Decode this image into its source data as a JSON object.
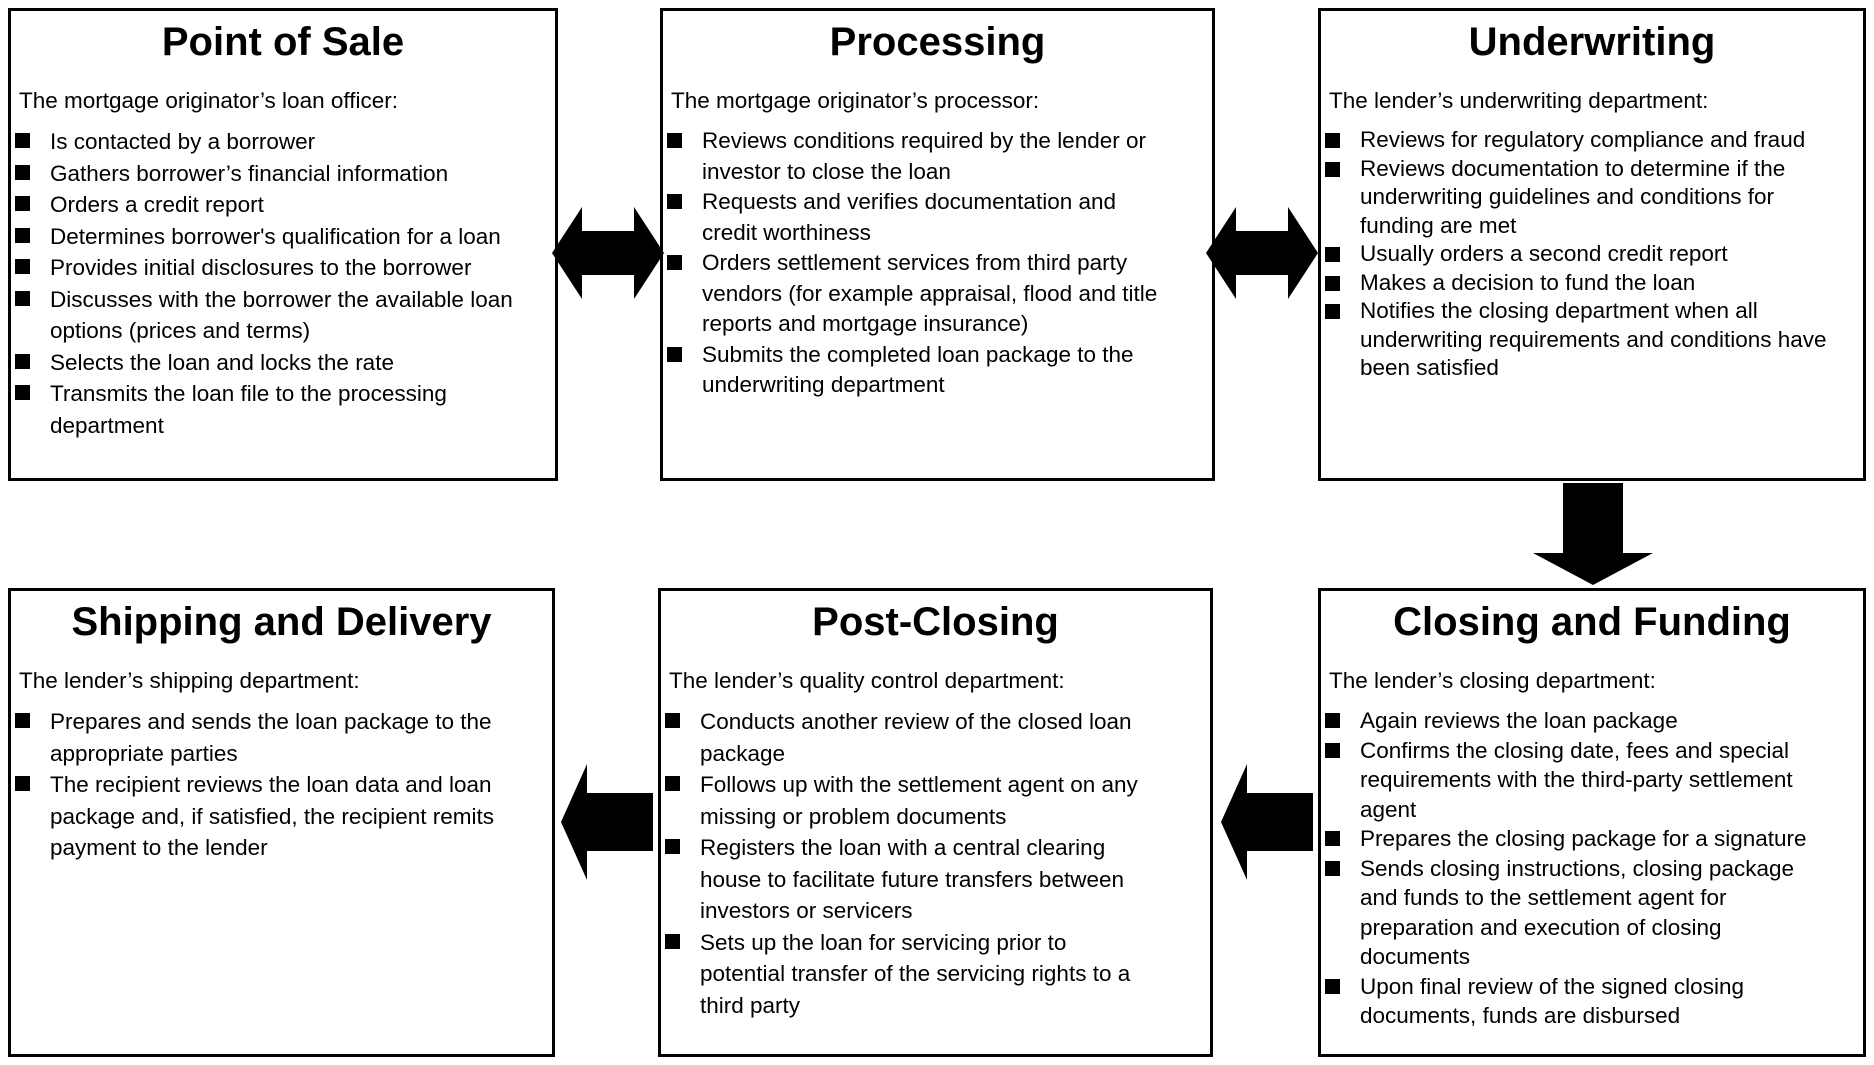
{
  "colors": {
    "background": "#ffffff",
    "box_border": "#000000",
    "text": "#000000",
    "arrow": "#000000"
  },
  "boxes": [
    {
      "id": "point-of-sale",
      "title": "Point of Sale",
      "intro": "The mortgage originator’s loan officer:",
      "bullets": [
        "Is contacted by a borrower",
        "Gathers borrower’s financial information",
        "Orders a credit report",
        "Determines borrower's qualification for a loan",
        "Provides initial disclosures to the borrower",
        "Discusses with the borrower the available loan options (prices and terms)",
        "Selects the loan and locks the rate",
        "Transmits the loan file to the processing department"
      ]
    },
    {
      "id": "processing",
      "title": "Processing",
      "intro": "The mortgage originator’s processor:",
      "bullets": [
        "Reviews conditions required by the lender or investor to close the loan",
        "Requests and verifies documentation and credit worthiness",
        "Orders settlement services from third party vendors (for example appraisal, flood and title reports and mortgage insurance)",
        "Submits the completed loan package to the underwriting department"
      ]
    },
    {
      "id": "underwriting",
      "title": "Underwriting",
      "intro": "The lender’s underwriting department:",
      "bullets": [
        "Reviews for regulatory compliance and fraud",
        "Reviews documentation to determine if the underwriting guidelines and conditions for funding are met",
        "Usually orders a second credit report",
        "Makes a decision to fund the loan",
        "Notifies the closing department when all underwriting requirements and conditions have been satisfied"
      ]
    },
    {
      "id": "shipping-and-delivery",
      "title": "Shipping and Delivery",
      "intro": "The lender’s shipping department:",
      "bullets": [
        "Prepares and sends the loan package to the appropriate parties",
        "The recipient reviews the loan data and loan package and, if satisfied, the recipient remits payment to the lender"
      ]
    },
    {
      "id": "post-closing",
      "title": "Post-Closing",
      "intro": "The lender’s quality control department:",
      "bullets": [
        "Conducts another review of the closed loan package",
        "Follows up with the settlement agent on any missing or problem documents",
        "Registers the loan with a central clearing house to facilitate future transfers between investors or servicers",
        "Sets up the loan for servicing prior to potential transfer of the servicing rights to a third party"
      ]
    },
    {
      "id": "closing-and-funding",
      "title": "Closing and Funding",
      "intro": "The lender’s closing department:",
      "bullets": [
        "Again reviews the loan package",
        "Confirms the closing date, fees and special requirements with the third-party settlement agent",
        "Prepares the closing package for a signature",
        "Sends closing instructions, closing package and funds to the settlement agent for preparation and execution of closing documents",
        "Upon final review of the signed closing documents, funds are disbursed"
      ]
    }
  ],
  "arrows": [
    {
      "id": "pos-processing",
      "type": "double-horizontal",
      "between": [
        "Point of Sale",
        "Processing"
      ]
    },
    {
      "id": "processing-underwriting",
      "type": "double-horizontal",
      "between": [
        "Processing",
        "Underwriting"
      ]
    },
    {
      "id": "underwriting-closing",
      "type": "down",
      "between": [
        "Underwriting",
        "Closing and Funding"
      ]
    },
    {
      "id": "closing-postclosing",
      "type": "left",
      "between": [
        "Closing and Funding",
        "Post-Closing"
      ]
    },
    {
      "id": "postclosing-shipping",
      "type": "left",
      "between": [
        "Post-Closing",
        "Shipping and Delivery"
      ]
    }
  ]
}
